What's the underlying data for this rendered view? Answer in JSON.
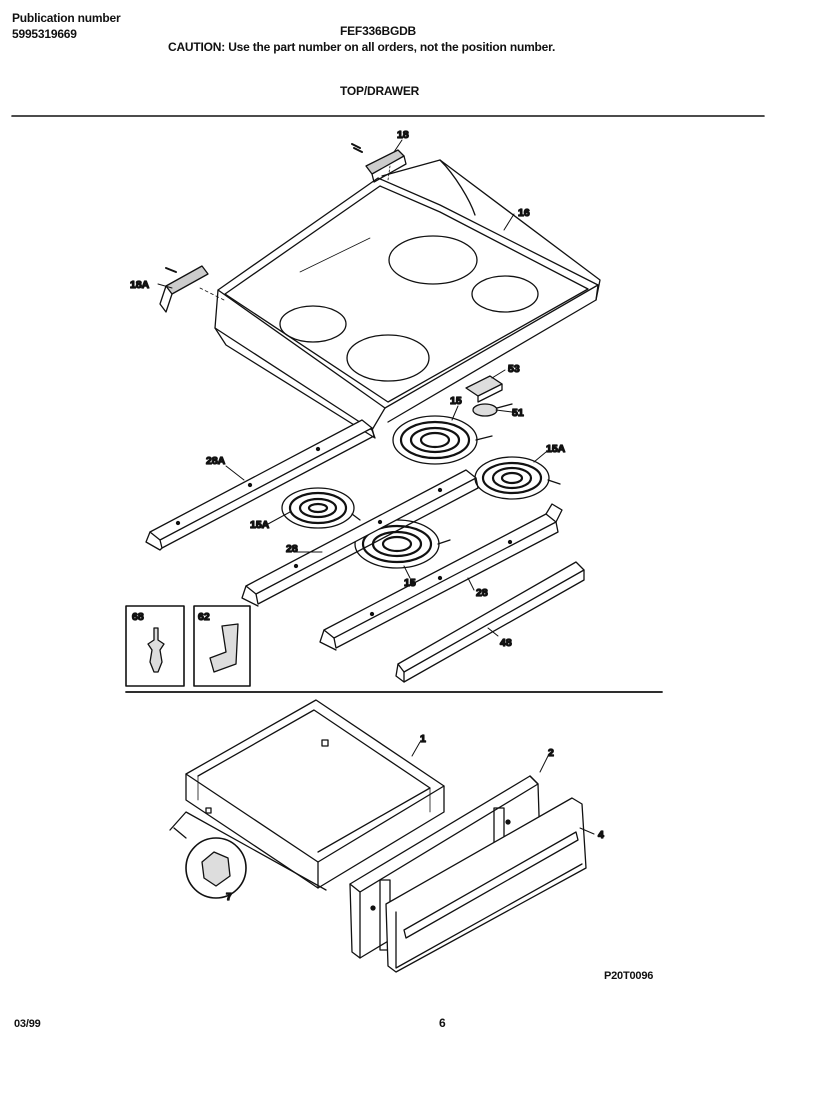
{
  "header": {
    "pub_label": "Publication number",
    "pub_number": "5995319669",
    "model": "FEF336BGDB",
    "caution": "CAUTION:  Use the part number on all orders, not the position number.",
    "section_title": "TOP/DRAWER"
  },
  "callouts": {
    "c18": "18",
    "c18a": "18A",
    "c16": "16",
    "c53": "53",
    "c15_top": "15",
    "c51": "51",
    "c15a_right": "15A",
    "c28a": "28A",
    "c15a_left": "15A",
    "c28_left": "28",
    "c15_front": "15",
    "c28_right": "28",
    "c48": "48",
    "c68": "68",
    "c62": "62",
    "c1": "1",
    "c2": "2",
    "c4": "4",
    "c7": "7"
  },
  "footer": {
    "figure_code": "P20T0096",
    "date": "03/99",
    "page": "6"
  }
}
